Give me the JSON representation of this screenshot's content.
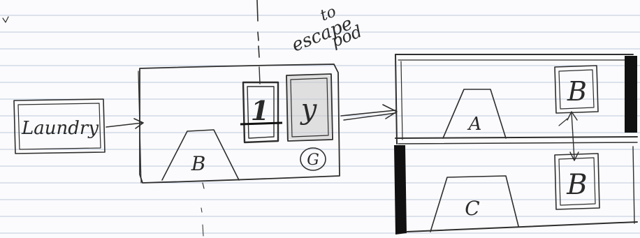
{
  "labels": {
    "laundry": "Laundry",
    "escape_note_line1": "to",
    "escape_note_line2": "escape",
    "escape_note_line3": "pod",
    "room_b": "B",
    "door_1": "1",
    "door_y": "y",
    "circle_g": "G",
    "room_a": "A",
    "room_c": "C",
    "box_b_top": "B",
    "box_b_bottom": "B"
  },
  "colors": {
    "paper": "#fbfbfd",
    "rule_line": "#bcc8dc",
    "ink": "#2e2e2e",
    "heavy_ink": "#111111",
    "pencil_shade": "#c9c9c9"
  }
}
